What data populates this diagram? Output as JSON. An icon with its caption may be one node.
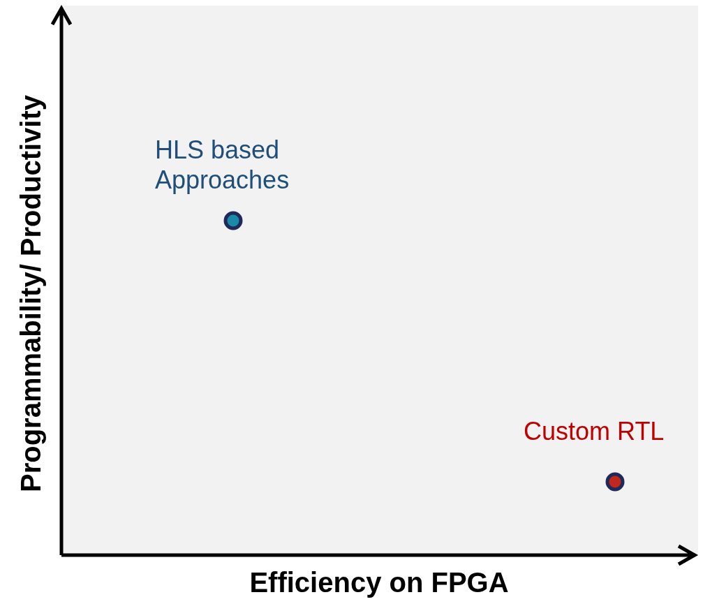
{
  "diagram": {
    "labels": [
      "HLS based Approaches",
      "Custom RTL",
      "Programmability/ Productivity",
      "Efficiency on FPGA"
    ]
  }
}
